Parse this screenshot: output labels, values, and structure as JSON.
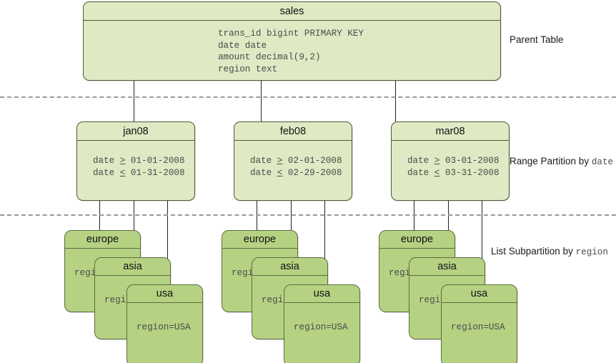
{
  "diagram": {
    "title": "sales",
    "parent": {
      "name": "sales",
      "columns": "trans_id bigint PRIMARY KEY\ndate date\namount decimal(9,2)\nregion text"
    },
    "bands": [
      {
        "id": "parent",
        "caption_main": "Parent Table",
        "caption_mono": ""
      },
      {
        "id": "range",
        "caption_main": "Range Partition by ",
        "caption_mono": "date"
      },
      {
        "id": "list",
        "caption_main": "List Subpartition by ",
        "caption_mono": "region"
      }
    ],
    "range_partitions": [
      {
        "name": "jan08",
        "lower_label": "date",
        "lower_op": ">",
        "lower_value": "01-01-2008",
        "upper_label": "date",
        "upper_op": "<",
        "upper_value": "01-31-2008"
      },
      {
        "name": "feb08",
        "lower_label": "date",
        "lower_op": ">",
        "lower_value": "02-01-2008",
        "upper_label": "date",
        "upper_op": "<",
        "upper_value": "02-29-2008"
      },
      {
        "name": "mar08",
        "lower_label": "date",
        "lower_op": ">",
        "lower_value": "03-01-2008",
        "upper_label": "date",
        "upper_op": "<",
        "upper_value": "03-31-2008"
      }
    ],
    "subpartitions": [
      {
        "name": "europe",
        "predicate": "region=Europe",
        "visible_predicate": "regi"
      },
      {
        "name": "asia",
        "predicate": "region=Asia",
        "visible_predicate": "regi"
      },
      {
        "name": "usa",
        "predicate": "region=USA",
        "visible_predicate": "region=USA"
      }
    ],
    "colors": {
      "parent_fill": "#dfe9c4",
      "parent_border": "#4c5a33",
      "sub_fill": "#b5d283",
      "sub_border": "#5d6b3d",
      "divider": "#9a9a9a",
      "connector": "#222222",
      "background": "#ffffff"
    }
  }
}
